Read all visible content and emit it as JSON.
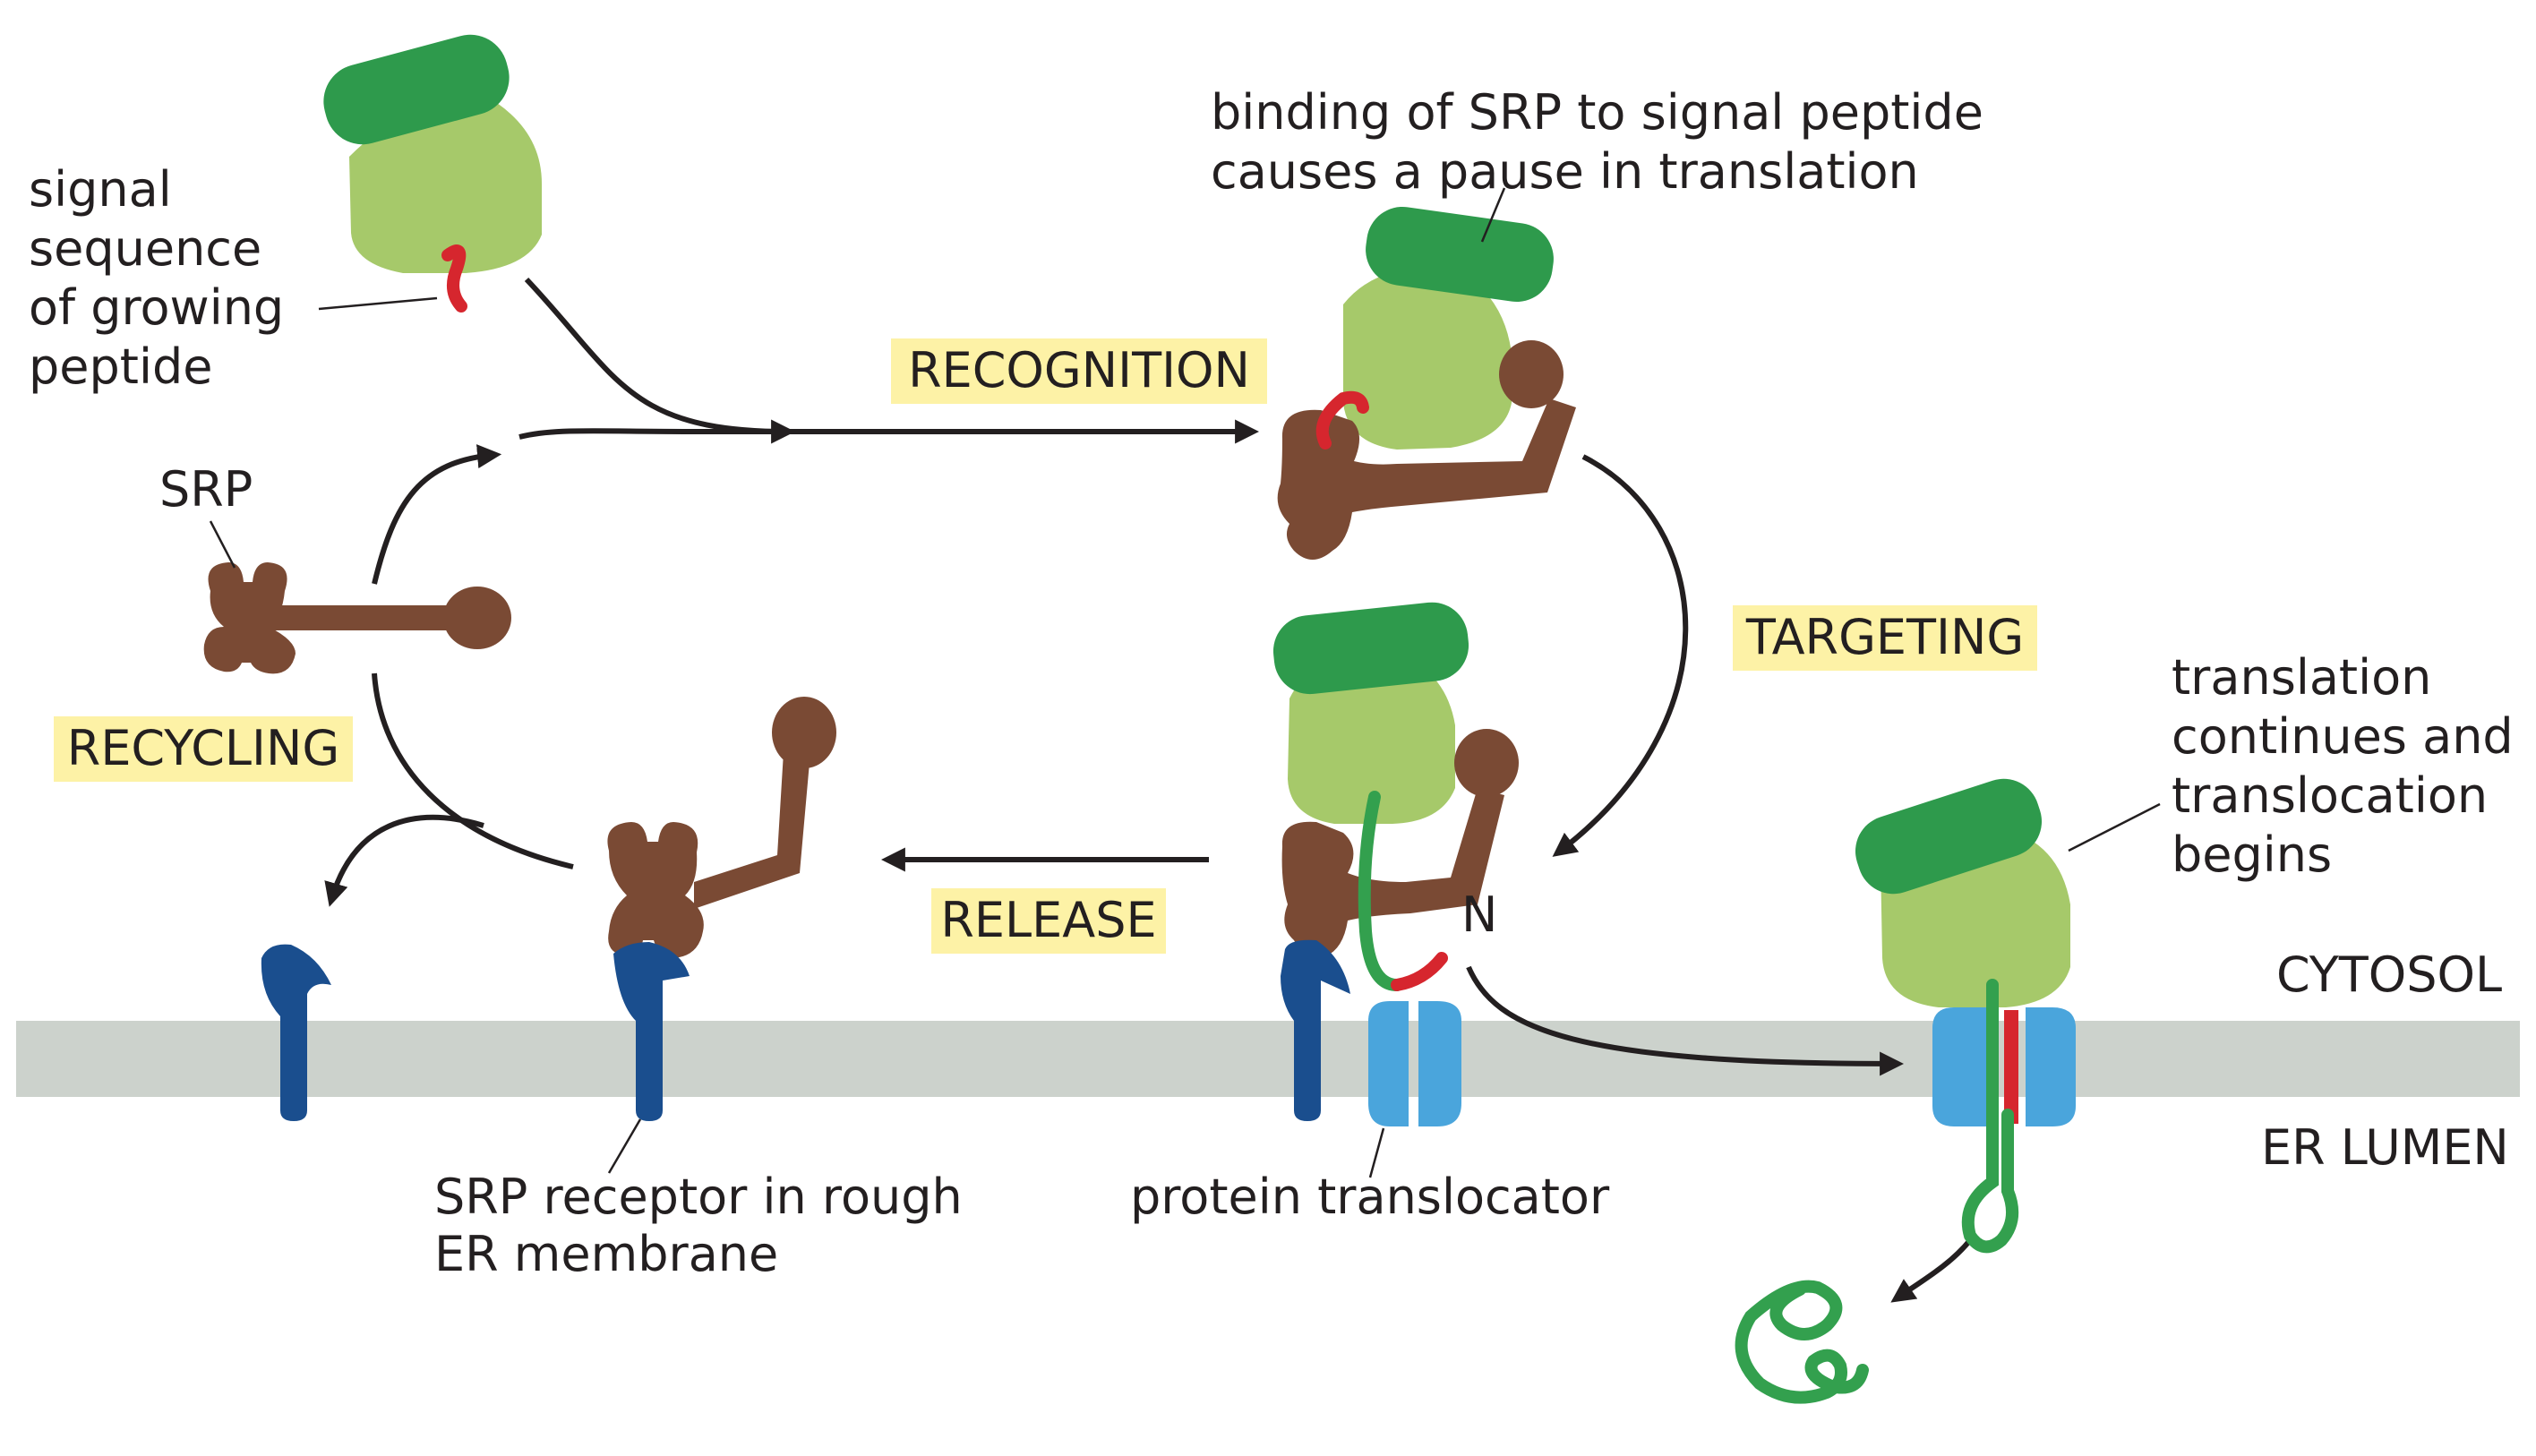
{
  "labels": {
    "signal_sequence": [
      "signal",
      "sequence",
      "of growing",
      "peptide"
    ],
    "srp": "SRP",
    "binding": [
      "binding of SRP to signal peptide",
      "causes a pause in translation"
    ],
    "translation_continues": [
      "translation",
      "continues and",
      "translocation",
      "begins"
    ],
    "srp_receptor": [
      "SRP receptor in rough",
      "ER membrane"
    ],
    "protein_translocator": "protein translocator",
    "n_terminus": "N",
    "cytosol": "CYTOSOL",
    "er_lumen": "ER LUMEN"
  },
  "stages": {
    "recognition": "RECOGNITION",
    "targeting": "TARGETING",
    "release": "RELEASE",
    "recycling": "RECYCLING"
  },
  "colors": {
    "ribosome_large": "#2e9a4c",
    "ribosome_small": "#a6c96a",
    "srp": "#7a4a34",
    "signal_peptide": "#d6262e",
    "growing_chain": "#33a04e",
    "receptor": "#1a4e8e",
    "translocator": "#4aa5dc",
    "membrane": "#ccd2cc",
    "label_highlight": "#fdf2a6",
    "arrow": "#231f20"
  }
}
